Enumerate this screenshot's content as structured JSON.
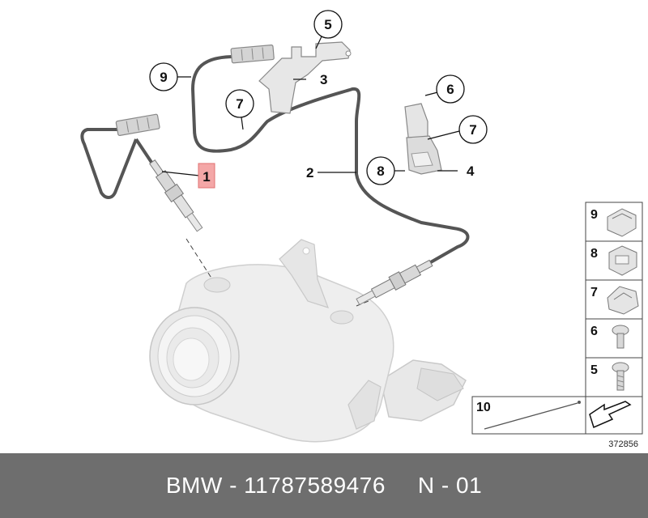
{
  "diagram": {
    "callouts": {
      "c1": "1",
      "c2": "2",
      "c3": "3",
      "c4": "4",
      "c5": "5",
      "c6": "6",
      "c7a": "7",
      "c7b": "7",
      "c8": "8",
      "c9": "9"
    },
    "legend": {
      "items": [
        "9",
        "8",
        "7",
        "6",
        "5"
      ],
      "item10": "10"
    },
    "reference_number": "372856"
  },
  "footer": {
    "part_text": "BMW - 11787589476",
    "page_text": "N - 01"
  },
  "colors": {
    "footer_bg": "#6e6e6e",
    "highlight_callout": "#f4a7a7",
    "part_fill": "#ececec",
    "wire": "#555555"
  }
}
